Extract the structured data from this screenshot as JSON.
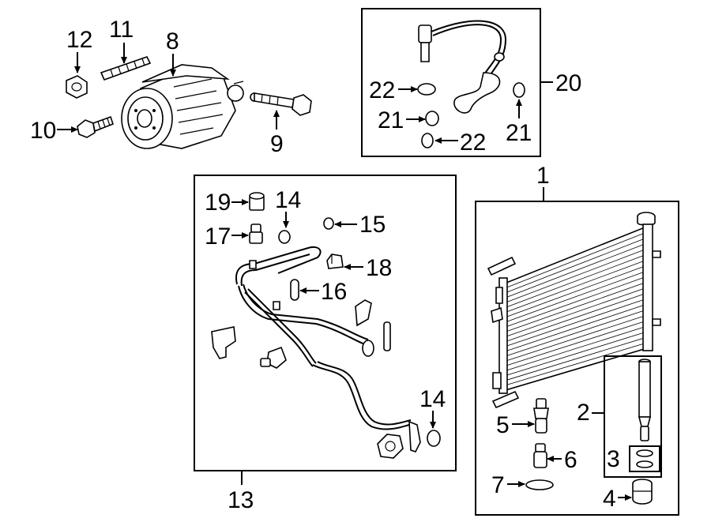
{
  "callouts": {
    "c1": "1",
    "c2": "2",
    "c3": "3",
    "c4": "4",
    "c5": "5",
    "c6": "6",
    "c7": "7",
    "c8": "8",
    "c9": "9",
    "c10": "10",
    "c11": "11",
    "c12": "12",
    "c13": "13",
    "c14a": "14",
    "c14b": "14",
    "c15": "15",
    "c16": "16",
    "c17": "17",
    "c18": "18",
    "c19": "19",
    "c20": "20",
    "c21a": "21",
    "c21b": "21",
    "c22a": "22",
    "c22b": "22"
  }
}
